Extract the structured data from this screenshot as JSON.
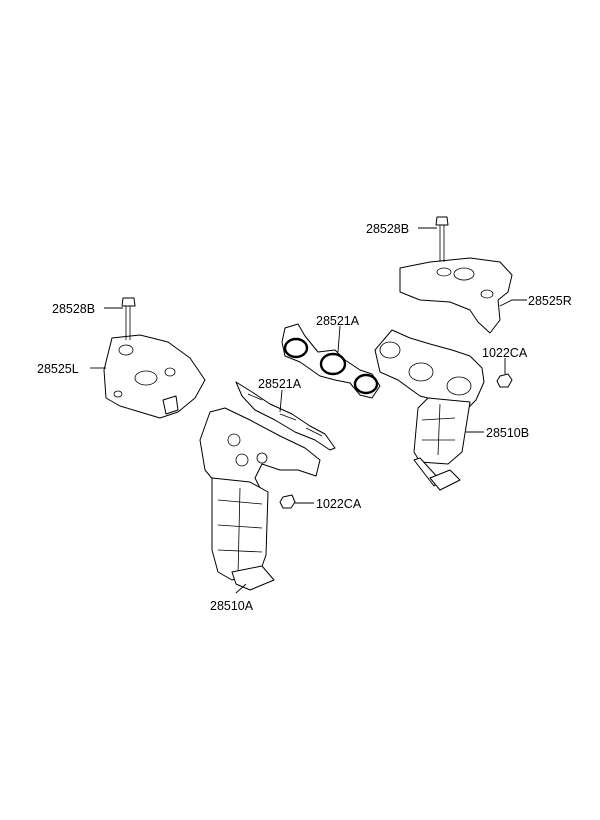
{
  "diagram": {
    "labels": {
      "bolt_right": "28528B",
      "heat_shield_right": "28525R",
      "gasket_right": "28521A",
      "nut_right": "1022CA",
      "manifold_right": "28510B",
      "bolt_left": "28528B",
      "heat_shield_left": "28525L",
      "gasket_left": "28521A",
      "nut_left": "1022CA",
      "manifold_left": "28510A"
    }
  }
}
